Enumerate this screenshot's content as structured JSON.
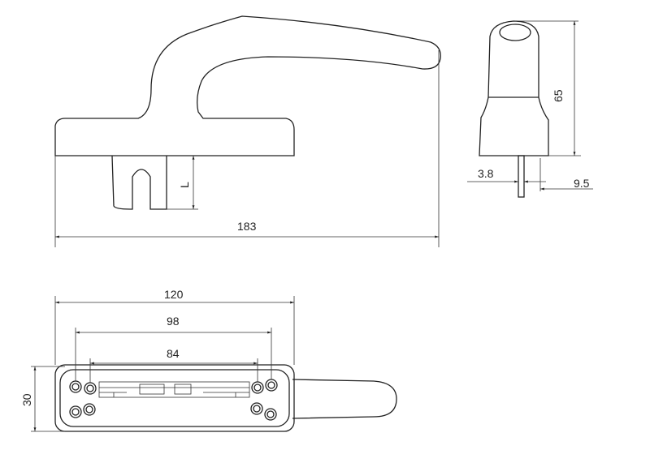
{
  "drawing": {
    "side_view": {
      "length_label": "183",
      "spindle_label": "L"
    },
    "end_view": {
      "height_label": "65",
      "spindle_width_label": "3.8",
      "offset_label": "9.5"
    },
    "top_view": {
      "width_label": "120",
      "outer_holes_label": "98",
      "inner_holes_label": "84",
      "depth_label": "30"
    },
    "line_color": "#222222"
  }
}
